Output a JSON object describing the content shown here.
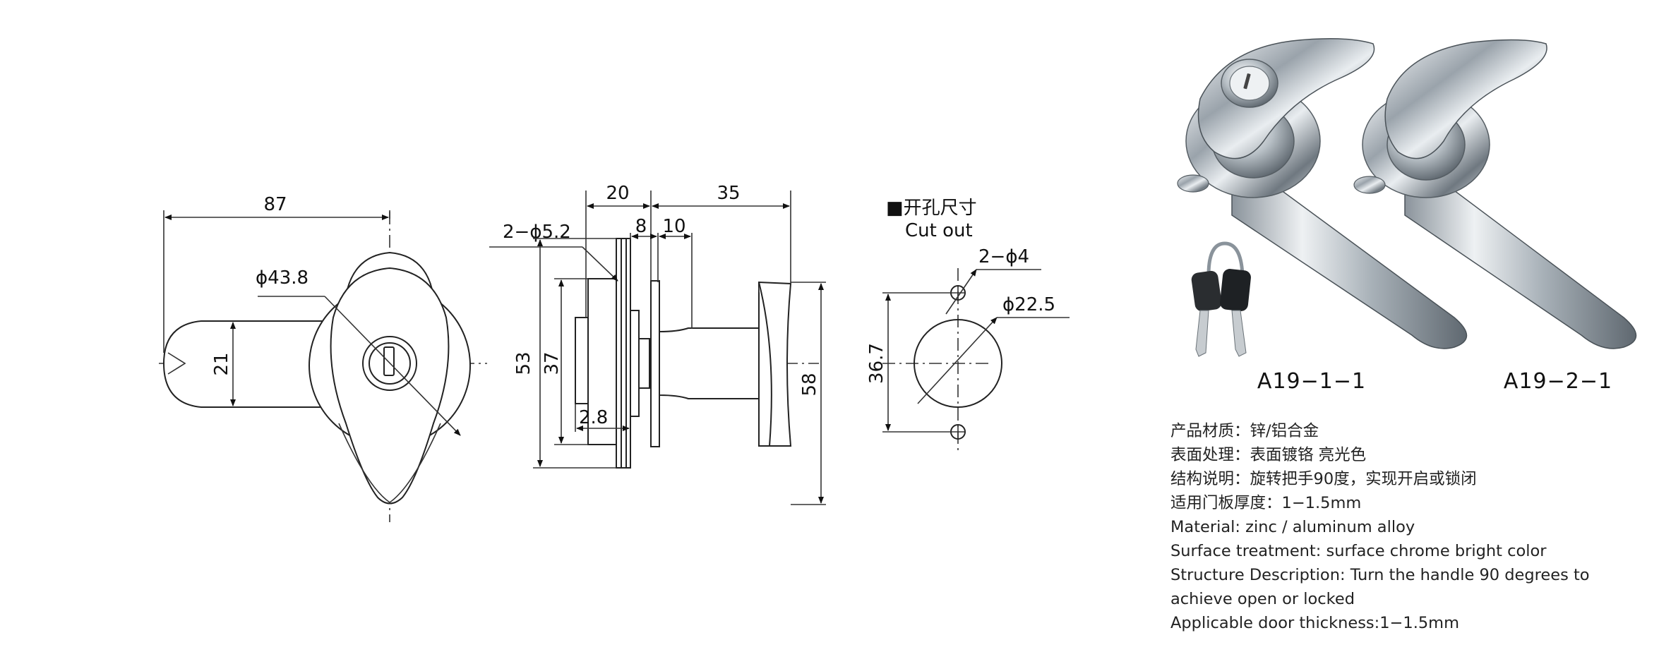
{
  "dims": {
    "front_width": "87",
    "front_dia": "ϕ43.8",
    "front_height": "21",
    "side_top": "20",
    "side_top2": "35",
    "side_holes": "2−ϕ5.2",
    "side_8": "8",
    "side_10": "10",
    "side_53": "53",
    "side_37": "37",
    "side_28": "2.8",
    "side_58": "58",
    "cut_title_cn": "■开孔尺寸",
    "cut_title_en": "Cut out",
    "cut_holes": "2−ϕ4",
    "cut_dia": "ϕ22.5",
    "cut_height": "36.7"
  },
  "products": [
    {
      "label": "A19−1−1"
    },
    {
      "label": "A19−2−1"
    }
  ],
  "specs": [
    "产品材质：锌/铝合金",
    "表面处理：表面镀铬 亮光色",
    "结构说明：旋转把手90度，实现开启或锁闭",
    "适用门板厚度：1−1.5mm",
    "Material: zinc / aluminum alloy",
    "Surface treatment: surface chrome bright color",
    "Structure Description: Turn the handle 90 degrees to",
    "achieve open or locked",
    "Applicable door thickness:1−1.5mm"
  ],
  "icons": [
    "key-icon"
  ]
}
